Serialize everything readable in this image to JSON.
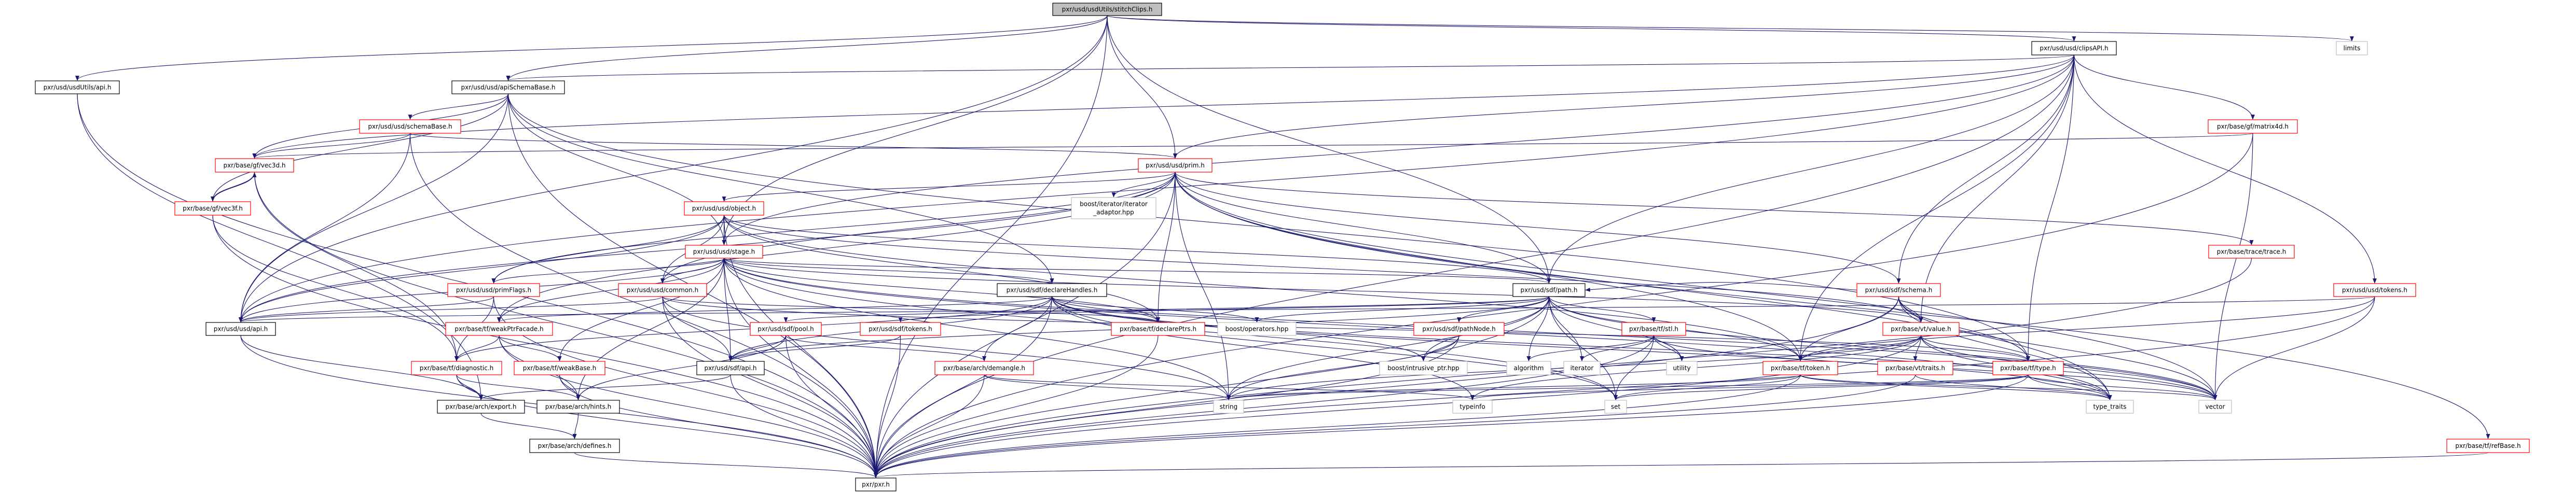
{
  "graph": {
    "type": "include-dependency-graph",
    "edge_color": "#191970",
    "colors": {
      "truncated_border": "#ff0000",
      "documented_border": "#000000",
      "external_border": "#bfbfbf",
      "root_fill": "#bfbfbf"
    },
    "nodes": {
      "stitchClips": {
        "label": "pxr/usd/usdUtils/stitchClips.h",
        "kind": "root"
      },
      "usdUtilsApi": {
        "label": "pxr/usd/usdUtils/api.h",
        "kind": "black"
      },
      "apiSchemaBase": {
        "label": "pxr/usd/usd/apiSchemaBase.h",
        "kind": "black"
      },
      "clipsAPI": {
        "label": "pxr/usd/usd/clipsAPI.h",
        "kind": "black"
      },
      "limits": {
        "label": "limits",
        "kind": "gray"
      },
      "schemaBase": {
        "label": "pxr/usd/usd/schemaBase.h",
        "kind": "red"
      },
      "matrix4d": {
        "label": "pxr/base/gf/matrix4d.h",
        "kind": "red"
      },
      "vec3d": {
        "label": "pxr/base/gf/vec3d.h",
        "kind": "red"
      },
      "prim": {
        "label": "pxr/usd/usd/prim.h",
        "kind": "red"
      },
      "vec3f": {
        "label": "pxr/base/gf/vec3f.h",
        "kind": "red"
      },
      "object": {
        "label": "pxr/usd/usd/object.h",
        "kind": "red"
      },
      "iteratorAdaptor": {
        "label": "boost/iterator/iterator_adaptor.hpp",
        "label_lines": [
          "boost/iterator/iterator",
          "_adaptor.hpp"
        ],
        "kind": "gray"
      },
      "stage": {
        "label": "pxr/usd/usd/stage.h",
        "kind": "red"
      },
      "trace": {
        "label": "pxr/base/trace/trace.h",
        "kind": "red"
      },
      "primFlags": {
        "label": "pxr/usd/usd/primFlags.h",
        "kind": "red"
      },
      "common": {
        "label": "pxr/usd/usd/common.h",
        "kind": "red"
      },
      "declareHandles": {
        "label": "pxr/usd/sdf/declareHandles.h",
        "kind": "black"
      },
      "path": {
        "label": "pxr/usd/sdf/path.h",
        "kind": "black"
      },
      "sdfSchema": {
        "label": "pxr/usd/sdf/schema.h",
        "kind": "red"
      },
      "usdTokens": {
        "label": "pxr/usd/usd/tokens.h",
        "kind": "red"
      },
      "usdApi": {
        "label": "pxr/usd/usd/api.h",
        "kind": "black"
      },
      "weakPtrFacade": {
        "label": "pxr/base/tf/weakPtrFacade.h",
        "kind": "red"
      },
      "pool": {
        "label": "pxr/usd/sdf/pool.h",
        "kind": "red"
      },
      "sdfTokens": {
        "label": "pxr/usd/sdf/tokens.h",
        "kind": "red"
      },
      "declarePtrs": {
        "label": "pxr/base/tf/declarePtrs.h",
        "kind": "red"
      },
      "operators": {
        "label": "boost/operators.hpp",
        "kind": "gray"
      },
      "pathNode": {
        "label": "pxr/usd/sdf/pathNode.h",
        "kind": "red"
      },
      "stl": {
        "label": "pxr/base/tf/stl.h",
        "kind": "red"
      },
      "vtValue": {
        "label": "pxr/base/vt/value.h",
        "kind": "red"
      },
      "diagnostic": {
        "label": "pxr/base/tf/diagnostic.h",
        "kind": "red"
      },
      "weakBase": {
        "label": "pxr/base/tf/weakBase.h",
        "kind": "red"
      },
      "sdfApi": {
        "label": "pxr/usd/sdf/api.h",
        "kind": "black"
      },
      "demangle": {
        "label": "pxr/base/arch/demangle.h",
        "kind": "red"
      },
      "intrusivePtr": {
        "label": "boost/intrusive_ptr.hpp",
        "kind": "gray"
      },
      "algorithm": {
        "label": "algorithm",
        "kind": "gray"
      },
      "iterator": {
        "label": "iterator",
        "kind": "gray"
      },
      "utility": {
        "label": "utility",
        "kind": "gray"
      },
      "tfToken": {
        "label": "pxr/base/tf/token.h",
        "kind": "red"
      },
      "vtTraits": {
        "label": "pxr/base/vt/traits.h",
        "kind": "red"
      },
      "tfType": {
        "label": "pxr/base/tf/type.h",
        "kind": "red"
      },
      "export": {
        "label": "pxr/base/arch/export.h",
        "kind": "black"
      },
      "hints": {
        "label": "pxr/base/arch/hints.h",
        "kind": "black"
      },
      "string": {
        "label": "string",
        "kind": "gray"
      },
      "typeinfo": {
        "label": "typeinfo",
        "kind": "gray"
      },
      "set": {
        "label": "set",
        "kind": "gray"
      },
      "typeTraits": {
        "label": "type_traits",
        "kind": "gray"
      },
      "vector": {
        "label": "vector",
        "kind": "gray"
      },
      "defines": {
        "label": "pxr/base/arch/defines.h",
        "kind": "black"
      },
      "refBase": {
        "label": "pxr/base/tf/refBase.h",
        "kind": "red"
      },
      "pxr": {
        "label": "pxr/pxr.h",
        "kind": "black"
      }
    },
    "edges": [
      [
        "stitchClips",
        "usdUtilsApi"
      ],
      [
        "stitchClips",
        "apiSchemaBase"
      ],
      [
        "stitchClips",
        "clipsAPI"
      ],
      [
        "stitchClips",
        "limits"
      ],
      [
        "stitchClips",
        "prim"
      ],
      [
        "stitchClips",
        "stage"
      ],
      [
        "stitchClips",
        "path"
      ],
      [
        "stitchClips",
        "pxr"
      ],
      [
        "stitchClips",
        "usdApi"
      ],
      [
        "usdUtilsApi",
        "export"
      ],
      [
        "usdUtilsApi",
        "pxr"
      ],
      [
        "apiSchemaBase",
        "schemaBase"
      ],
      [
        "apiSchemaBase",
        "usdApi"
      ],
      [
        "apiSchemaBase",
        "vec3d"
      ],
      [
        "apiSchemaBase",
        "vec3f"
      ],
      [
        "apiSchemaBase",
        "stage"
      ],
      [
        "apiSchemaBase",
        "declareHandles"
      ],
      [
        "apiSchemaBase",
        "pxr"
      ],
      [
        "apiSchemaBase",
        "tfType"
      ],
      [
        "clipsAPI",
        "apiSchemaBase"
      ],
      [
        "clipsAPI",
        "usdApi"
      ],
      [
        "clipsAPI",
        "stage"
      ],
      [
        "clipsAPI",
        "prim"
      ],
      [
        "clipsAPI",
        "vec3d"
      ],
      [
        "clipsAPI",
        "matrix4d"
      ],
      [
        "clipsAPI",
        "usdTokens"
      ],
      [
        "clipsAPI",
        "tfType"
      ],
      [
        "clipsAPI",
        "vtValue"
      ],
      [
        "clipsAPI",
        "tfToken"
      ],
      [
        "clipsAPI",
        "pxr"
      ],
      [
        "clipsAPI",
        "path"
      ],
      [
        "clipsAPI",
        "sdfSchema"
      ],
      [
        "schemaBase",
        "prim"
      ],
      [
        "schemaBase",
        "usdApi"
      ],
      [
        "schemaBase",
        "vec3d"
      ],
      [
        "schemaBase",
        "pxr"
      ],
      [
        "matrix4d",
        "vec3d"
      ],
      [
        "matrix4d",
        "vector"
      ],
      [
        "matrix4d",
        "pxr"
      ],
      [
        "vec3d",
        "vec3f"
      ],
      [
        "vec3f",
        "vec3d"
      ],
      [
        "vec3d",
        "diagnostic"
      ],
      [
        "vec3d",
        "pxr"
      ],
      [
        "vec3f",
        "diagnostic"
      ],
      [
        "vec3f",
        "pxr"
      ],
      [
        "prim",
        "object"
      ],
      [
        "prim",
        "iteratorAdaptor"
      ],
      [
        "prim",
        "declarePtrs"
      ],
      [
        "prim",
        "path"
      ],
      [
        "prim",
        "primFlags"
      ],
      [
        "prim",
        "usdApi"
      ],
      [
        "prim",
        "common"
      ],
      [
        "prim",
        "string"
      ],
      [
        "prim",
        "typeTraits"
      ],
      [
        "prim",
        "vector"
      ],
      [
        "prim",
        "trace"
      ],
      [
        "prim",
        "weakPtrFacade"
      ],
      [
        "prim",
        "tfToken"
      ],
      [
        "prim",
        "sdfSchema"
      ],
      [
        "prim",
        "refBase"
      ],
      [
        "prim",
        "pxr"
      ],
      [
        "object",
        "stage"
      ],
      [
        "object",
        "common"
      ],
      [
        "object",
        "usdApi"
      ],
      [
        "object",
        "primFlags"
      ],
      [
        "object",
        "path"
      ],
      [
        "object",
        "declarePtrs"
      ],
      [
        "object",
        "tfToken"
      ],
      [
        "object",
        "pxr"
      ],
      [
        "object",
        "vtValue"
      ],
      [
        "stage",
        "common"
      ],
      [
        "stage",
        "primFlags"
      ],
      [
        "stage",
        "usdApi"
      ],
      [
        "stage",
        "declareHandles"
      ],
      [
        "stage",
        "weakPtrFacade"
      ],
      [
        "stage",
        "weakBase"
      ],
      [
        "stage",
        "path"
      ],
      [
        "stage",
        "declarePtrs"
      ],
      [
        "stage",
        "vtValue"
      ],
      [
        "stage",
        "string"
      ],
      [
        "stage",
        "pxr"
      ],
      [
        "stage",
        "hints"
      ],
      [
        "stage",
        "sdfApi"
      ],
      [
        "stage",
        "set"
      ],
      [
        "stage",
        "vector"
      ],
      [
        "stage",
        "typeTraits"
      ],
      [
        "common",
        "usdApi"
      ],
      [
        "common",
        "sdfApi"
      ],
      [
        "common",
        "declarePtrs"
      ],
      [
        "common",
        "pxr"
      ],
      [
        "common",
        "string"
      ],
      [
        "common",
        "tfType"
      ],
      [
        "declareHandles",
        "sdfApi"
      ],
      [
        "declareHandles",
        "demangle"
      ],
      [
        "declareHandles",
        "declarePtrs"
      ],
      [
        "declareHandles",
        "weakPtrFacade"
      ],
      [
        "declareHandles",
        "intrusivePtr"
      ],
      [
        "declareHandles",
        "operators"
      ],
      [
        "declareHandles",
        "typeinfo"
      ],
      [
        "declareHandles",
        "set"
      ],
      [
        "declareHandles",
        "typeTraits"
      ],
      [
        "declareHandles",
        "vector"
      ],
      [
        "declareHandles",
        "diagnostic"
      ],
      [
        "declareHandles",
        "pxr"
      ],
      [
        "path",
        "sdfApi"
      ],
      [
        "path",
        "pool"
      ],
      [
        "path",
        "sdfTokens"
      ],
      [
        "path",
        "pathNode"
      ],
      [
        "path",
        "stl"
      ],
      [
        "path",
        "operators"
      ],
      [
        "path",
        "intrusivePtr"
      ],
      [
        "path",
        "algorithm"
      ],
      [
        "path",
        "iterator"
      ],
      [
        "path",
        "set"
      ],
      [
        "path",
        "string"
      ],
      [
        "path",
        "utility"
      ],
      [
        "path",
        "vector"
      ],
      [
        "path",
        "tfToken"
      ],
      [
        "path",
        "pxr"
      ],
      [
        "sdfSchema",
        "path"
      ],
      [
        "sdfSchema",
        "vtValue"
      ],
      [
        "sdfSchema",
        "tfToken"
      ],
      [
        "sdfSchema",
        "tfType"
      ],
      [
        "sdfSchema",
        "typeTraits"
      ],
      [
        "sdfSchema",
        "vector"
      ],
      [
        "sdfSchema",
        "pxr"
      ],
      [
        "usdTokens",
        "usdApi"
      ],
      [
        "usdTokens",
        "tfToken"
      ],
      [
        "usdTokens",
        "vector"
      ],
      [
        "usdTokens",
        "pxr"
      ],
      [
        "primFlags",
        "usdApi"
      ],
      [
        "primFlags",
        "pxr"
      ],
      [
        "primFlags",
        "diagnostic"
      ],
      [
        "weakPtrFacade",
        "diagnostic"
      ],
      [
        "weakPtrFacade",
        "weakBase"
      ],
      [
        "weakPtrFacade",
        "hints"
      ],
      [
        "weakPtrFacade",
        "pxr"
      ],
      [
        "pool",
        "sdfApi"
      ],
      [
        "pool",
        "demangle"
      ],
      [
        "pool",
        "hints"
      ],
      [
        "pool",
        "pxr"
      ],
      [
        "sdfTokens",
        "sdfApi"
      ],
      [
        "sdfTokens",
        "pxr"
      ],
      [
        "declarePtrs",
        "pxr"
      ],
      [
        "pathNode",
        "intrusivePtr"
      ],
      [
        "pathNode",
        "string"
      ],
      [
        "pathNode",
        "pxr"
      ],
      [
        "stl",
        "algorithm"
      ],
      [
        "stl",
        "iterator"
      ],
      [
        "stl",
        "utility"
      ],
      [
        "stl",
        "set"
      ],
      [
        "stl",
        "vector"
      ],
      [
        "stl",
        "pxr"
      ],
      [
        "vtValue",
        "tfToken"
      ],
      [
        "vtValue",
        "vtTraits"
      ],
      [
        "vtValue",
        "tfType"
      ],
      [
        "vtValue",
        "typeTraits"
      ],
      [
        "vtValue",
        "typeinfo"
      ],
      [
        "vtValue",
        "string"
      ],
      [
        "vtValue",
        "pxr"
      ],
      [
        "vtValue",
        "vector"
      ],
      [
        "diagnostic",
        "export"
      ],
      [
        "diagnostic",
        "hints"
      ],
      [
        "diagnostic",
        "pxr"
      ],
      [
        "weakBase",
        "hints"
      ],
      [
        "weakBase",
        "pxr"
      ],
      [
        "sdfApi",
        "export"
      ],
      [
        "sdfApi",
        "pxr"
      ],
      [
        "demangle",
        "string"
      ],
      [
        "demangle",
        "typeinfo"
      ],
      [
        "demangle",
        "pxr"
      ],
      [
        "tfToken",
        "string"
      ],
      [
        "tfToken",
        "vector"
      ],
      [
        "tfToken",
        "set"
      ],
      [
        "tfToken",
        "typeTraits"
      ],
      [
        "tfToken",
        "pxr"
      ],
      [
        "vtTraits",
        "typeTraits"
      ],
      [
        "vtTraits",
        "pxr"
      ],
      [
        "tfType",
        "set"
      ],
      [
        "tfType",
        "typeinfo"
      ],
      [
        "tfType",
        "typeTraits"
      ],
      [
        "tfType",
        "vector"
      ],
      [
        "tfType",
        "string"
      ],
      [
        "tfType",
        "pxr"
      ],
      [
        "export",
        "defines"
      ],
      [
        "hints",
        "defines"
      ],
      [
        "defines",
        "pxr"
      ],
      [
        "refBase",
        "pxr"
      ],
      [
        "trace",
        "pxr"
      ],
      [
        "usdApi",
        "export"
      ],
      [
        "usdApi",
        "pxr"
      ]
    ]
  }
}
